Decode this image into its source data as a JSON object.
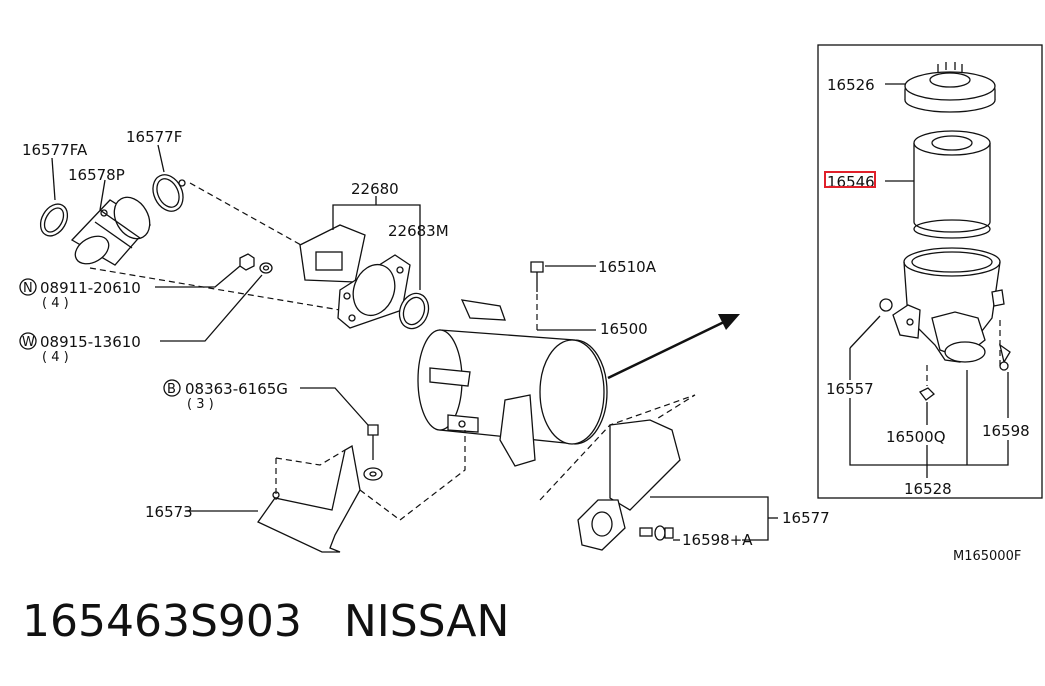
{
  "callouts": {
    "c16526": "16526",
    "c16546": "16546",
    "c16557": "16557",
    "c16500Q": "16500Q",
    "c16598": "16598",
    "c16528": "16528",
    "c16577FA": "16577FA",
    "c16577F": "16577F",
    "c16578P": "16578P",
    "c22680": "22680",
    "c22683M": "22683M",
    "c16510A": "16510A",
    "c16500": "16500",
    "c16573": "16573",
    "c16577": "16577",
    "c16598A": "16598+A",
    "nut_symbol": "N",
    "nut_part": "08911-20610",
    "nut_qty": "( 4 )",
    "washer_symbol": "W",
    "washer_part": "08915-13610",
    "washer_qty": "( 4 )",
    "bolt_symbol": "B",
    "bolt_part": "08363-6165G",
    "bolt_qty": "( 3 )"
  },
  "diagram_code": "M165000F",
  "footer": {
    "part_number": "165463S903",
    "brand": "NISSAN"
  },
  "colors": {
    "highlight": "#e0202a",
    "ink": "#111111"
  }
}
